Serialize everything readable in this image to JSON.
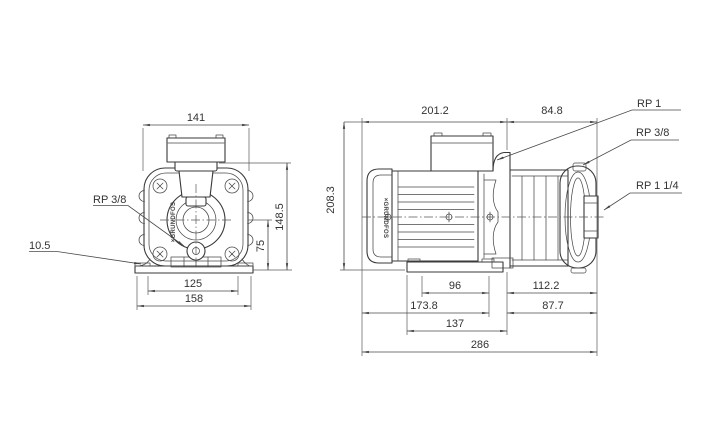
{
  "front": {
    "dim_width": "141",
    "dim_bolt_span": "125",
    "dim_base_width": "158",
    "dim_center_height": "75",
    "dim_total_height": "148.5",
    "label_drain": "RP 3/8",
    "label_foot_hole": "10.5",
    "logo": "×GRUNDFOS"
  },
  "side": {
    "dim_motor_length": "201.2",
    "dim_head_length": "84.8",
    "dim_height": "208.3",
    "dim_base_holes": "96",
    "dim_to_port_end": "112.2",
    "dim_to_coupling": "173.8",
    "dim_coupling_to_end": "87.7",
    "dim_base_length": "137",
    "dim_total_length": "286",
    "label_discharge": "RP 1",
    "label_vent": "RP 3/8",
    "label_suction": "RP 1 1/4",
    "logo": "×GRUNDFOS"
  }
}
